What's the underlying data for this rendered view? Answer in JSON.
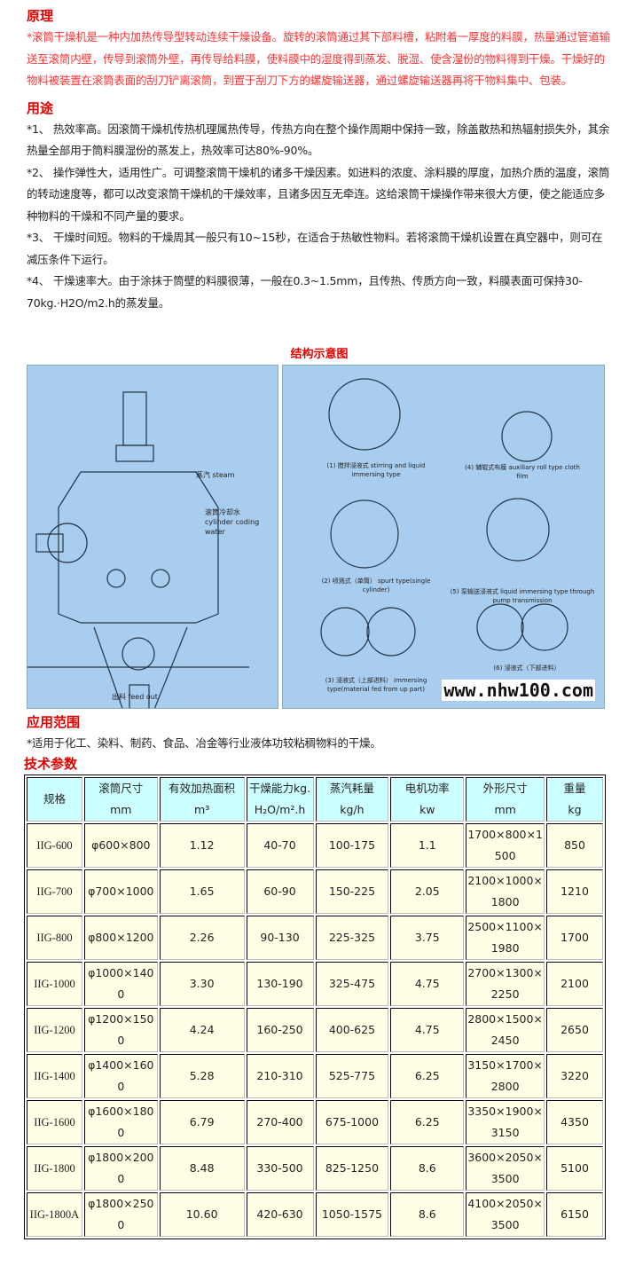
{
  "principle": {
    "heading": "原理",
    "text": "*滚筒干燥机是一种内加热传导型转动连续干燥设备。旋转的滚筒通过其下部料槽，粘附着一厚度的料膜，热量通过管道输送至滚筒内壁，传导到滚筒外壁，再传导给料膜，使料膜中的湿度得到蒸发、脱湿、使含湿份的物料得到干燥。干燥好的物料被装置在滚筒表面的刮刀铲离滚筒，到置于刮刀下方的螺旋输送器，通过螺旋输送器再将干物料集中、包装。"
  },
  "uses": {
    "heading": "用途",
    "items": [
      "*1、 热效率高。因滚筒干燥机传热机理属热传导，传热方向在整个操作周期中保持一致，除盖散热和热辐射损失外，其余热量全部用于筒料膜湿份的蒸发上，热效率可达80%-90%。",
      "*2、 操作弹性大，适用性广。可调整滚筒干燥机的诸多干燥因素。如进料的浓度、涂料膜的厚度，加热介质的温度，滚筒的转动速度等，都可以改变滚筒干燥机的干燥效率，且诸多因互无牵连。这给滚筒干燥操作带来很大方便，使之能适应多种物料的干燥和不同产量的要求。",
      "*3、 干燥时间短。物料的干燥周其一般只有10~15秒，在适合于热敏性物料。若将滚筒干燥机设置在真空器中，则可在减压条件下运行。",
      "*4、 干燥速率大。由于涂抹于筒壁的料膜很薄，一般在0.3~1.5mm，且传热、传质方向一致，料膜表面可保持30-70kg.·H2O/m2.h的蒸发量。"
    ]
  },
  "figure": {
    "title": "结构示意图",
    "left_labels": [
      "蒸汽 steam",
      "滚筒冷却水 cylinder coding water",
      "出料 feed out"
    ],
    "right_labels": [
      "(1) 搅拌浸液式 stirring and liquid immersing type",
      "(2) 喷溅式（单筒） spurt type(single cylinder)",
      "(3) 浸液式（上部进料） immersing type(material fed from up part)",
      "(4) 辅辊式布膜 auxiliary roll type cloth film",
      "(5) 泵输送浸液式 liquid immersing type through pump transmission",
      "(6) 浸液式（下部进料）"
    ],
    "watermark": "www.nhw100.com",
    "bg_color": "#a9cdef"
  },
  "application": {
    "heading": "应用范围",
    "text": "*适用于化工、染料、制药、食品、冶金等行业液体功较粘稠物料的干燥。"
  },
  "specs": {
    "heading": "技术参数",
    "headers": [
      [
        "规格",
        ""
      ],
      [
        "滚筒尺寸",
        "mm"
      ],
      [
        "有效加热面积",
        "m³"
      ],
      [
        "干燥能力kg.",
        "H₂O/m².h"
      ],
      [
        "蒸汽耗量",
        "kg/h"
      ],
      [
        "电机功率",
        "kw"
      ],
      [
        "外形尺寸",
        "mm"
      ],
      [
        "重量",
        "kg"
      ]
    ],
    "rows": [
      [
        "IIG-600",
        "φ600×800",
        "1.12",
        "40-70",
        "100-175",
        "1.1",
        "1700×800×1500",
        "850"
      ],
      [
        "IIG-700",
        "φ700×1000",
        "1.65",
        "60-90",
        "150-225",
        "2.05",
        "2100×1000×1800",
        "1210"
      ],
      [
        "IIG-800",
        "φ800×1200",
        "2.26",
        "90-130",
        "225-325",
        "3.75",
        "2500×1100×1980",
        "1700"
      ],
      [
        "IIG-1000",
        "φ1000×1400",
        "3.30",
        "130-190",
        "325-475",
        "4.75",
        "2700×1300×2250",
        "2100"
      ],
      [
        "IIG-1200",
        "φ1200×1500",
        "4.24",
        "160-250",
        "400-625",
        "4.75",
        "2800×1500×2450",
        "2650"
      ],
      [
        "IIG-1400",
        "φ1400×1600",
        "5.28",
        "210-310",
        "525-775",
        "6.25",
        "3150×1700×2800",
        "3220"
      ],
      [
        "IIG-1600",
        "φ1600×1800",
        "6.79",
        "270-400",
        "675-1000",
        "6.25",
        "3350×1900×3150",
        "4350"
      ],
      [
        "IIG-1800",
        "φ1800×2000",
        "8.48",
        "330-500",
        "825-1250",
        "8.6",
        "3600×2050×3500",
        "5100"
      ],
      [
        "IIG-1800A",
        "φ1800×2500",
        "10.60",
        "420-630",
        "1050-1575",
        "8.6",
        "4100×2050×3500",
        "6150"
      ]
    ]
  }
}
